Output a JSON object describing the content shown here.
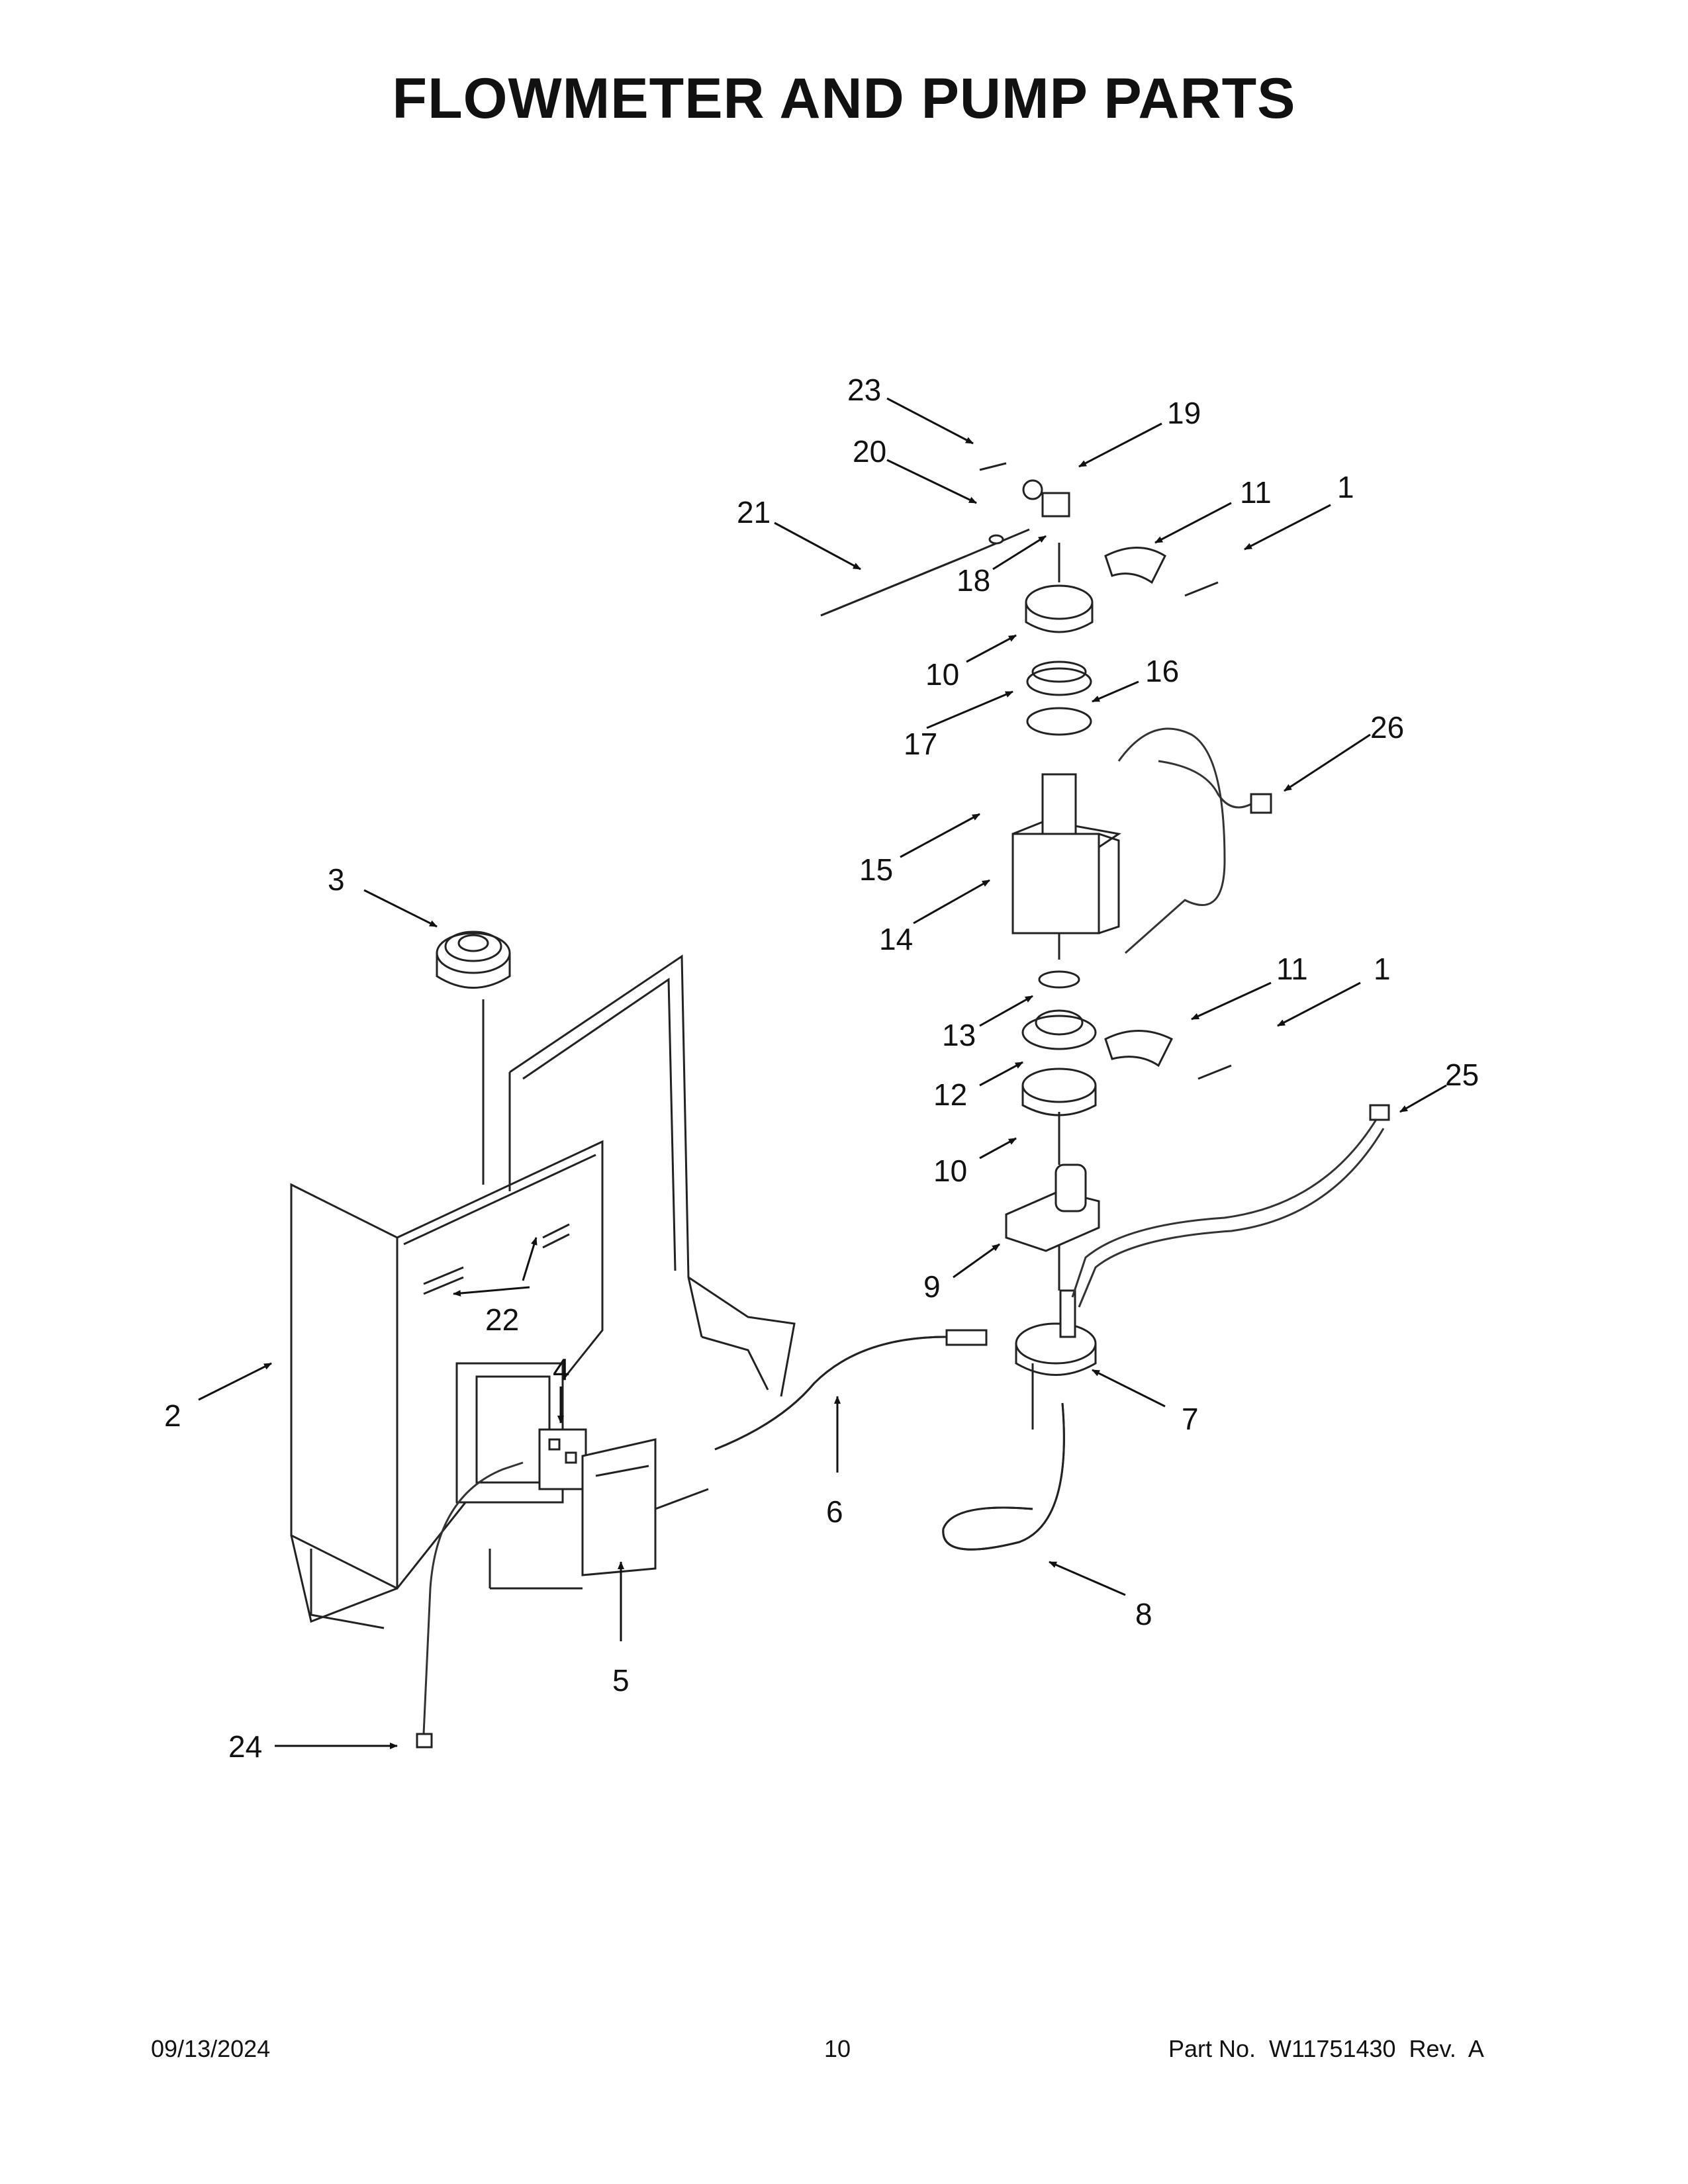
{
  "header": {
    "title": "FLOWMETER AND PUMP PARTS"
  },
  "footer": {
    "date": "09/13/2024",
    "page": "10",
    "part_no": "Part No.  W11751430  Rev.  A"
  },
  "callouts": [
    {
      "id": "c23",
      "label": "23"
    },
    {
      "id": "c19",
      "label": "19"
    },
    {
      "id": "c20",
      "label": "20"
    },
    {
      "id": "c11a",
      "label": "11"
    },
    {
      "id": "c1a",
      "label": "1"
    },
    {
      "id": "c21",
      "label": "21"
    },
    {
      "id": "c18",
      "label": "18"
    },
    {
      "id": "c10a",
      "label": "10"
    },
    {
      "id": "c16",
      "label": "16"
    },
    {
      "id": "c17",
      "label": "17"
    },
    {
      "id": "c26",
      "label": "26"
    },
    {
      "id": "c15",
      "label": "15"
    },
    {
      "id": "c3",
      "label": "3"
    },
    {
      "id": "c14",
      "label": "14"
    },
    {
      "id": "c11b",
      "label": "11"
    },
    {
      "id": "c1b",
      "label": "1"
    },
    {
      "id": "c13",
      "label": "13"
    },
    {
      "id": "c25",
      "label": "25"
    },
    {
      "id": "c12",
      "label": "12"
    },
    {
      "id": "c10b",
      "label": "10"
    },
    {
      "id": "c9",
      "label": "9"
    },
    {
      "id": "c22",
      "label": "22"
    },
    {
      "id": "c4",
      "label": "4"
    },
    {
      "id": "c2",
      "label": "2"
    },
    {
      "id": "c7",
      "label": "7"
    },
    {
      "id": "c6",
      "label": "6"
    },
    {
      "id": "c8",
      "label": "8"
    },
    {
      "id": "c5",
      "label": "5"
    },
    {
      "id": "c24",
      "label": "24"
    }
  ]
}
